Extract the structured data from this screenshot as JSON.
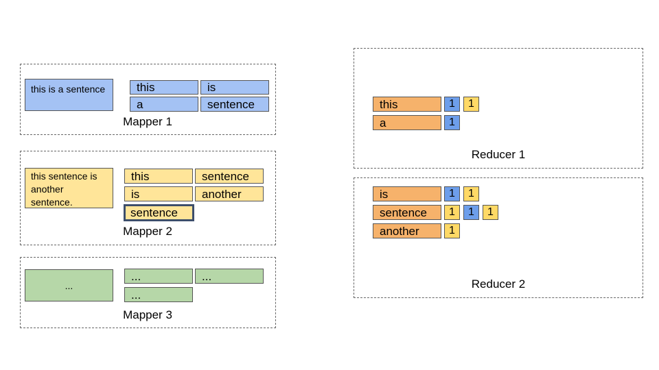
{
  "mapper1": {
    "input": "this is a sentence",
    "words": [
      "this",
      "is",
      "a",
      "sentence"
    ],
    "label": "Mapper 1"
  },
  "mapper2": {
    "input": "this sentence is another sentence.",
    "words": [
      "this",
      "sentence",
      "is",
      "another",
      "sentence"
    ],
    "label": "Mapper 2"
  },
  "mapper3": {
    "input": "...",
    "words": [
      "...",
      "...",
      "..."
    ],
    "label": "Mapper 3"
  },
  "reducer1": {
    "label": "Reducer 1",
    "rows": [
      {
        "word": "this",
        "counts": [
          "1",
          "1"
        ]
      },
      {
        "word": "a",
        "counts": [
          "1"
        ]
      }
    ]
  },
  "reducer2": {
    "label": "Reducer 2",
    "rows": [
      {
        "word": "is",
        "counts": [
          "1",
          "1"
        ]
      },
      {
        "word": "sentence",
        "counts": [
          "1",
          "1",
          "1"
        ]
      },
      {
        "word": "another",
        "counts": [
          "1"
        ]
      }
    ]
  },
  "colors": {
    "mapper1": "#a4c2f4",
    "mapper2": "#ffe599",
    "mapper3": "#b6d7a8",
    "reducer_key": "#f6b26b",
    "count_from_mapper1": "#6d9eeb",
    "count_from_mapper2": "#ffd966",
    "highlight_border": "#3d4e6b"
  }
}
